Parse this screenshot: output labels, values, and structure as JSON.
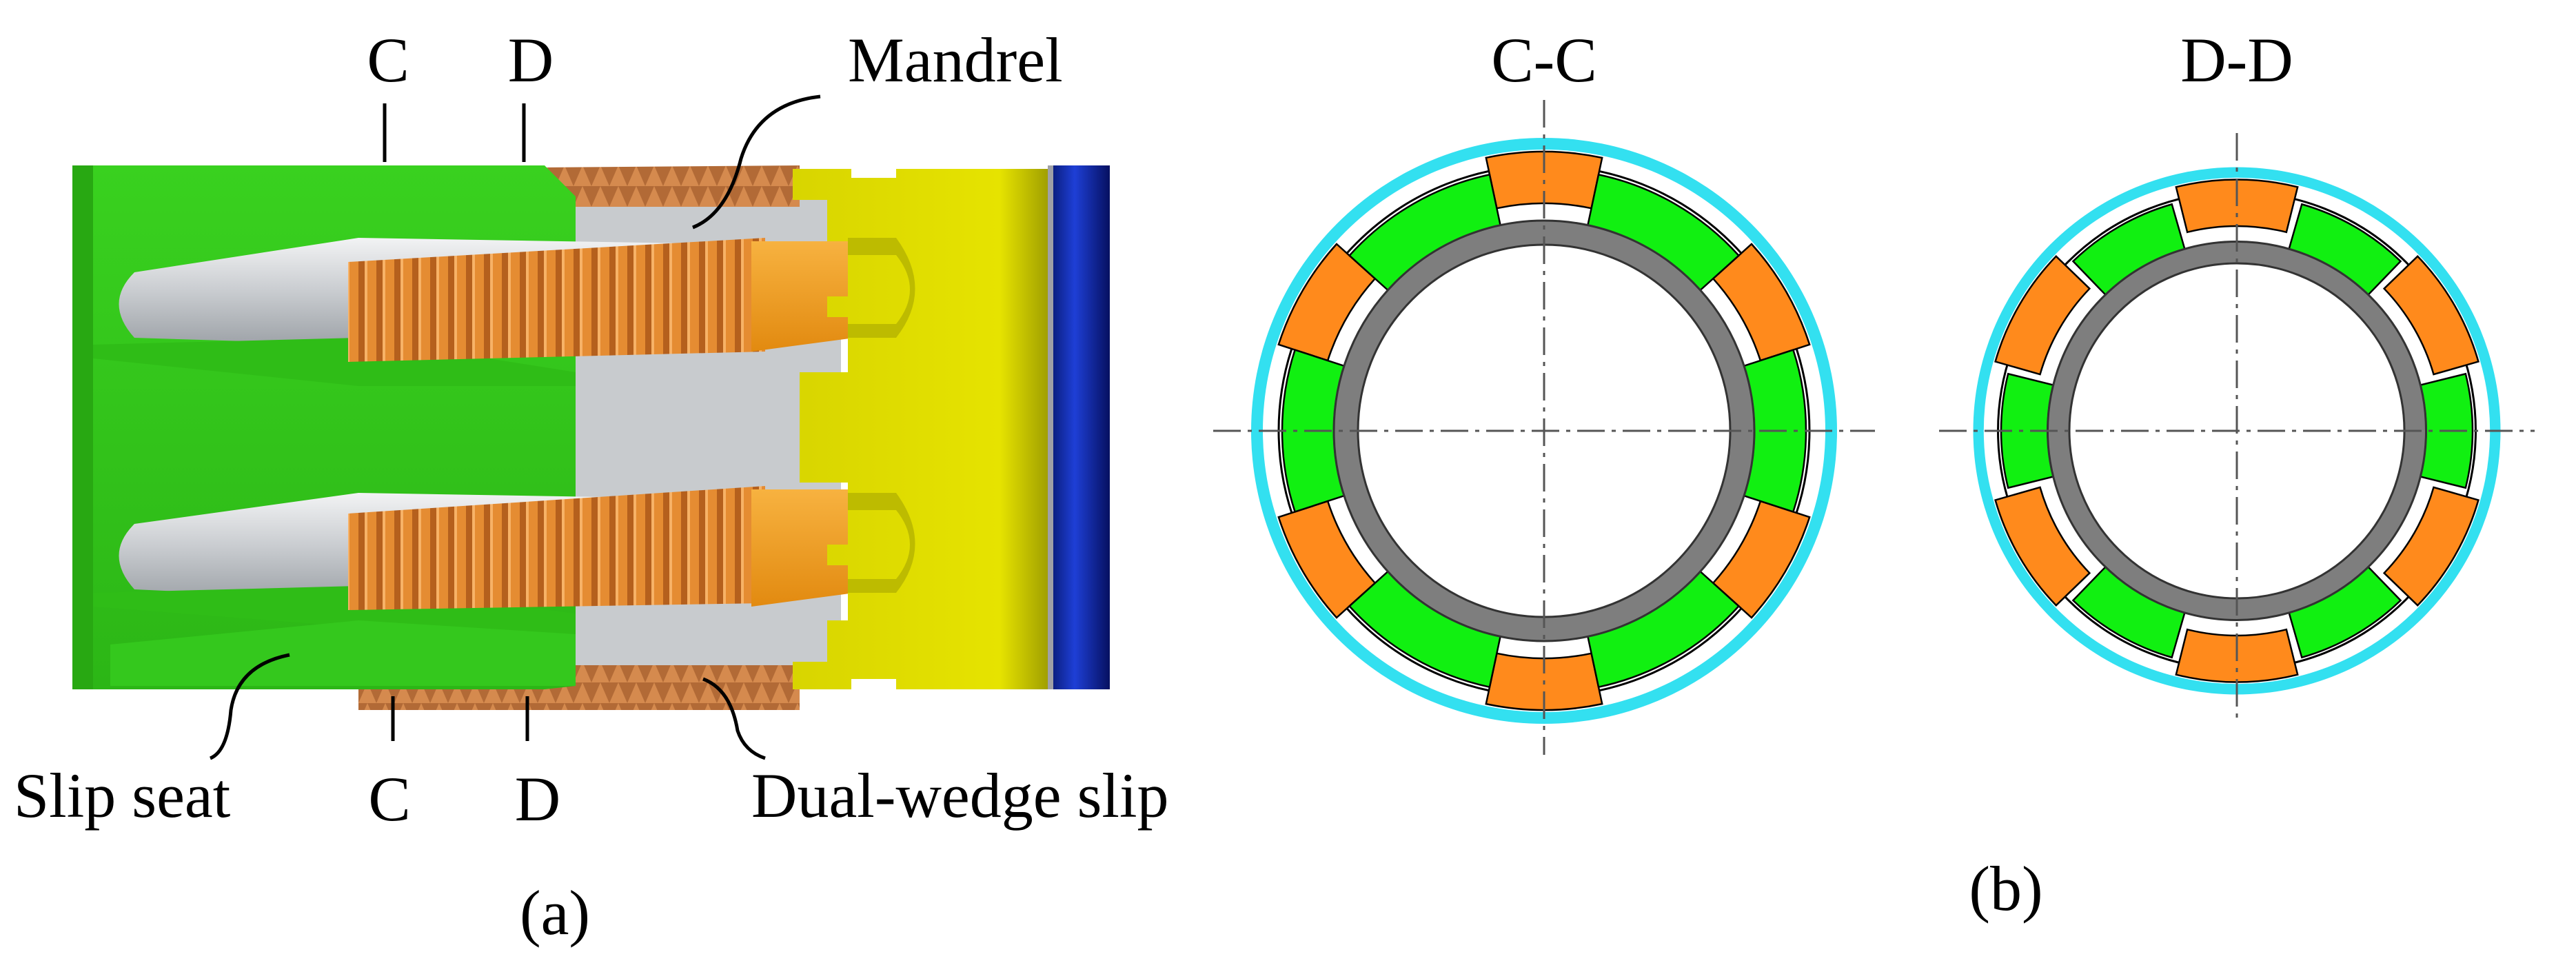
{
  "panel_a": {
    "caption": "(a)",
    "section_marks": {
      "c_top": "C",
      "d_top": "D",
      "c_bottom": "C",
      "d_bottom": "D"
    },
    "callouts": {
      "mandrel": "Mandrel",
      "slip_seat": "Slip seat",
      "dual_wedge_slip": "Dual-wedge slip"
    }
  },
  "panel_b": {
    "caption": "(b)",
    "section_c_title": "C-C",
    "section_d_title": "D-D"
  },
  "colors": {
    "slip_seat": "#33cc1a",
    "slip": "#e2832a",
    "slip_dark": "#a24e16",
    "cone": "#e0de00",
    "end_ring": "#0a1f9a",
    "mandrel": "#c6c9cc",
    "casing": "#33e0f0",
    "mandrel_ring": "#7e7e7e",
    "wedge": "#ff8a1c",
    "seat_segment": "#11f011"
  }
}
